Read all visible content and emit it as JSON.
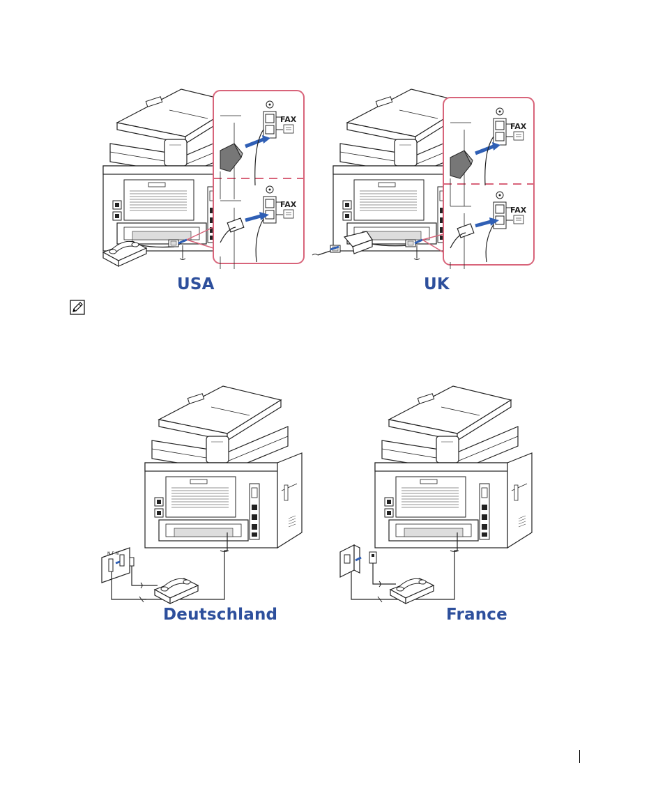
{
  "colors": {
    "label_blue": "#2d4f9c",
    "callout_pink": "#d8647a",
    "arrow_blue": "#2f5fb5",
    "line": "#222222"
  },
  "icons": {
    "note": "pencil-note-icon",
    "phone": "telephone-handset-icon",
    "plug": "phone-plug-icon",
    "socket": "wall-socket-icon"
  },
  "panels": {
    "usa": {
      "label": "USA",
      "port_fax": "FAX"
    },
    "uk": {
      "label": "UK",
      "port_fax": "FAX"
    },
    "de": {
      "label": "Deutschland",
      "socket_letters": "N F N"
    },
    "fr": {
      "label": "France"
    }
  }
}
